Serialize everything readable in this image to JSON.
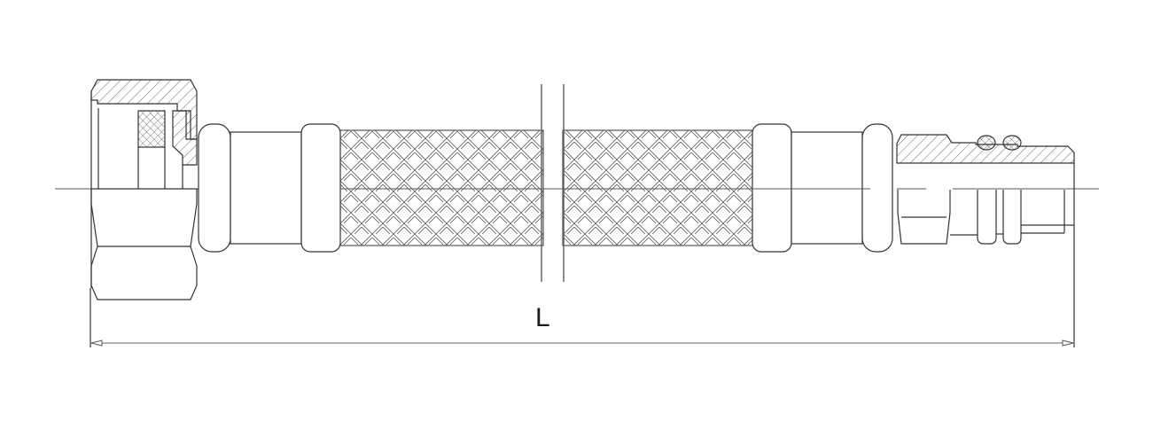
{
  "drawing": {
    "subject": "braided flexible hose assembly",
    "dimension_label": "L",
    "line_color": "#333333",
    "centerline_color": "#555555",
    "dimension_line_color": "#999999",
    "background": "#ffffff"
  },
  "parts": [
    {
      "name": "female-swivel-nut",
      "section": "hatched-half"
    },
    {
      "name": "seal-gasket",
      "section": "cross-hatched"
    },
    {
      "name": "crimp-ferrule-left"
    },
    {
      "name": "braided-hose",
      "pattern": "basket-weave"
    },
    {
      "name": "break-lines"
    },
    {
      "name": "crimp-ferrule-right"
    },
    {
      "name": "male-threaded-fitting",
      "section": "hatched-half"
    },
    {
      "name": "o-rings",
      "count": 2
    }
  ]
}
